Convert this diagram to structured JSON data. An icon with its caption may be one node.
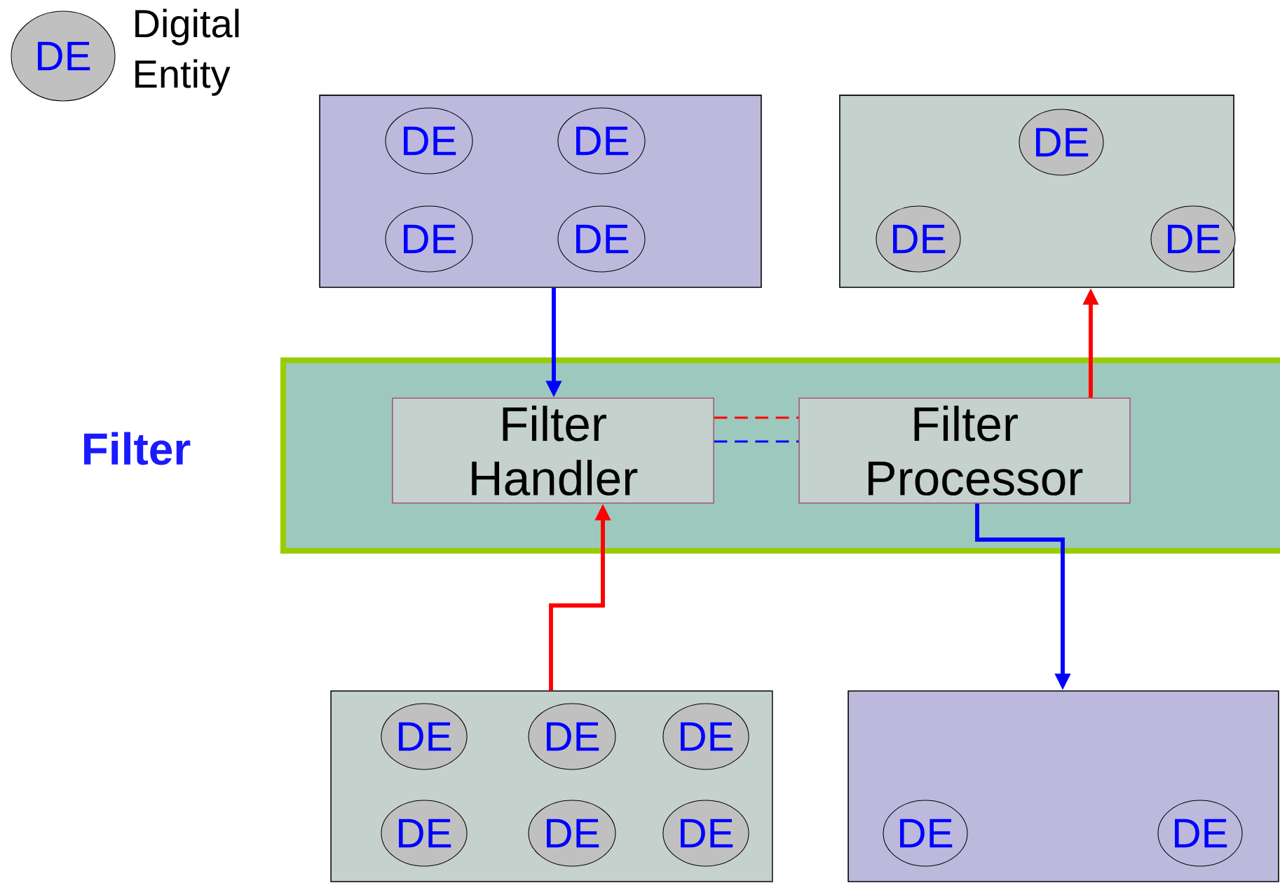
{
  "diagram": {
    "nodes": [
      {
        "text": [
          "DE"
        ],
        "beside": [
          "Digital Entity"
        ]
      },
      {
        "text": [],
        "shape": "box"
      },
      {
        "text": [
          "DE"
        ],
        "in": 1
      },
      {
        "text": [
          "DE"
        ],
        "in": 1
      },
      {
        "text": [
          "DE"
        ],
        "in": 1
      },
      {
        "text": [
          "DE"
        ],
        "in": 1
      },
      {
        "text": [],
        "shape": "box"
      },
      {
        "text": [
          "DE"
        ],
        "in": 6
      },
      {
        "text": [
          "DE"
        ],
        "in": 6
      },
      {
        "text": [
          "DE"
        ],
        "in": 6
      },
      {
        "text": [
          "Filter"
        ]
      },
      {
        "text": [
          "Filter Handler"
        ],
        "in": 10
      },
      {
        "text": [
          "Filter Processor"
        ],
        "in": 10
      },
      {
        "text": [],
        "shape": "box"
      },
      {
        "text": [
          "DE"
        ],
        "in": 13
      },
      {
        "text": [
          "DE"
        ],
        "in": 13
      },
      {
        "text": [
          "DE"
        ],
        "in": 13
      },
      {
        "text": [
          "DE"
        ],
        "in": 13
      },
      {
        "text": [
          "DE"
        ],
        "in": 13
      },
      {
        "text": [
          "DE"
        ],
        "in": 13
      },
      {
        "text": [],
        "shape": "box"
      },
      {
        "text": [
          "DE"
        ],
        "in": 20
      },
      {
        "text": [
          "DE"
        ],
        "in": 20
      }
    ],
    "edges": [
      {
        "from": 1,
        "to": 11,
        "arrow": "to",
        "color": "#0000ff"
      },
      {
        "from": 11,
        "to": 12,
        "arrow": "none",
        "style": "dashed",
        "color": "#0000ff"
      },
      {
        "from": 12,
        "to": 20,
        "arrow": "to",
        "color": "#0000ff"
      },
      {
        "from": 13,
        "to": 11,
        "arrow": "to",
        "color": "#ff0000"
      },
      {
        "from": 11,
        "to": 12,
        "arrow": "none",
        "style": "dashed",
        "color": "#ff0000"
      },
      {
        "from": 12,
        "to": 6,
        "arrow": "to",
        "color": "#ff0000"
      }
    ]
  }
}
